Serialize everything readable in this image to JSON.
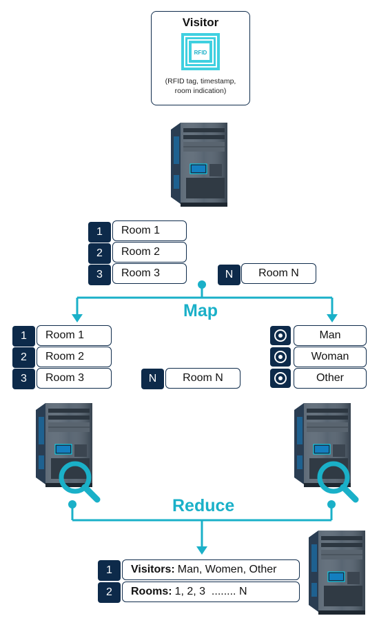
{
  "visitor": {
    "title": "Visitor",
    "rfid_text": "RFID",
    "caption_line1": "(RFID tag, timestamp,",
    "caption_line2": "room indication)"
  },
  "top_rooms": [
    {
      "num": "1",
      "label": "Room 1"
    },
    {
      "num": "2",
      "label": "Room 2"
    },
    {
      "num": "3",
      "label": "Room 3"
    },
    {
      "num": "N",
      "label": "Room N"
    }
  ],
  "map_label": "Map",
  "left_rooms": [
    {
      "num": "1",
      "label": "Room 1"
    },
    {
      "num": "2",
      "label": "Room 2"
    },
    {
      "num": "3",
      "label": "Room 3"
    },
    {
      "num": "N",
      "label": "Room N"
    }
  ],
  "genders": [
    "Man",
    "Woman",
    "Other"
  ],
  "reduce_label": "Reduce",
  "results": [
    {
      "num": "1",
      "bold": "Visitors:",
      "text": "Man, Women, Other"
    },
    {
      "num": "2",
      "bold": "Rooms:",
      "text": "1, 2, 3  ........ N"
    }
  ],
  "colors": {
    "navy": "#0d2a4a",
    "teal": "#1ab0c8"
  }
}
